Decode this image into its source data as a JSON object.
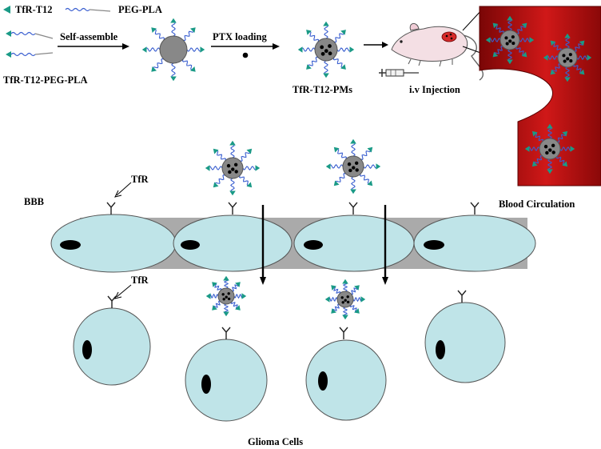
{
  "legend": {
    "ligand_label": "TfR-T12",
    "polymer_label": "PEG-PLA"
  },
  "steps": {
    "conjugate_label": "TfR-T12-PEG-PLA",
    "assembly_label": "Self-assemble",
    "drug_loading_label": "PTX loading",
    "micelle_label": "TfR-T12-PMs",
    "injection_label": "i.v Injection",
    "circulation_label": "Blood Circulation"
  },
  "barrier": {
    "barrier_label": "BBB",
    "receptor_label_top": "TfR",
    "receptor_label_bottom": "TfR",
    "cells_label": "Glioma Cells"
  },
  "colors": {
    "ligand": "#1a9a86",
    "polymer": "#3a5fd0",
    "micelle_core": "#888888",
    "endothelial_cell": "#bfe4e8",
    "glioma_cell": "#bfe4e8",
    "vessel": "#c01010",
    "barrier_band": "#aaaaaa"
  }
}
